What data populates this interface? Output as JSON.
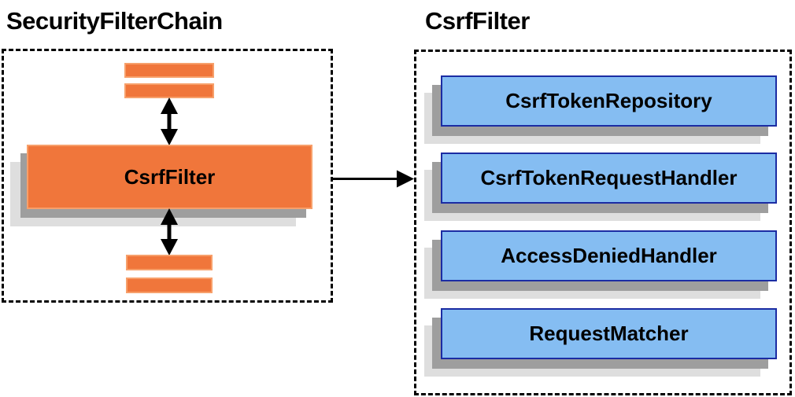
{
  "diagram": {
    "left": {
      "title": "SecurityFilterChain",
      "filter_label": "CsrfFilter"
    },
    "right": {
      "title": "CsrfFilter",
      "components": [
        "CsrfTokenRepository",
        "CsrfTokenRequestHandler",
        "AccessDeniedHandler",
        "RequestMatcher"
      ]
    },
    "colors": {
      "orange_fill": "#F0763B",
      "orange_border": "#F7A06B",
      "blue_fill": "#85BDF2",
      "blue_border": "#1B2CA3",
      "shadow_dark": "#9E9E9E",
      "shadow_light": "#DEDEDE",
      "line": "#000000"
    }
  }
}
